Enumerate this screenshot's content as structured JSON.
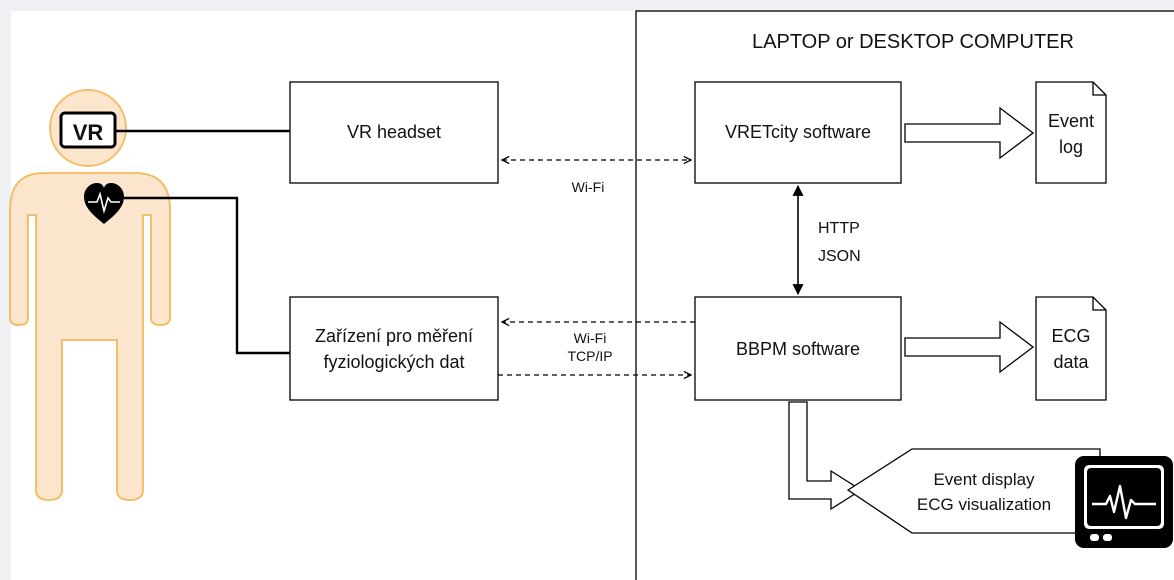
{
  "computer_panel": {
    "title": "LAPTOP or DESKTOP COMPUTER"
  },
  "person": {
    "badge": "VR"
  },
  "boxes": {
    "vr_headset": "VR headset",
    "device_line1": "Zařízení pro měření",
    "device_line2": "fyziologických dat",
    "vretcity": "VRETcity software",
    "bbpm": "BBPM software"
  },
  "docs": {
    "event_log_line1": "Event",
    "event_log_line2": "log",
    "ecg_line1": "ECG",
    "ecg_line2": "data"
  },
  "display": {
    "line1": "Event display",
    "line2": "ECG visualization"
  },
  "connections": {
    "wifi_top": "Wi-Fi",
    "wifi_bottom": "Wi-Fi",
    "tcpip": "TCP/IP",
    "http": "HTTP",
    "json": "JSON"
  },
  "icons": {
    "badge": "vr-badge-icon",
    "heart": "heart-ecg-icon",
    "monitor": "monitor-ecg-icon"
  },
  "colors": {
    "person_fill": "#fce5cd",
    "person_stroke": "#f5b85a",
    "line": "#000000"
  }
}
